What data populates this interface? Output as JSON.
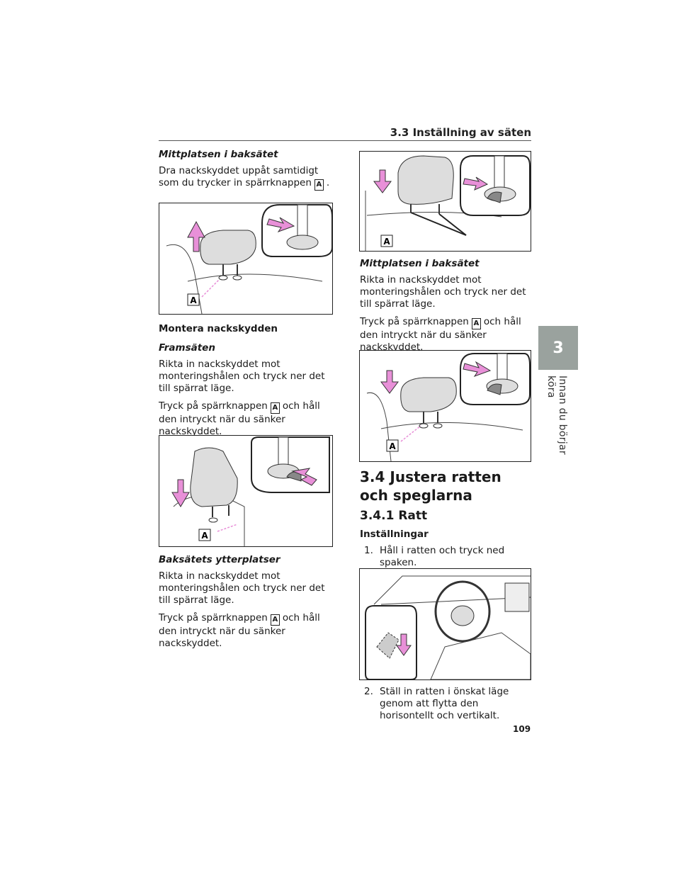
{
  "header": {
    "section": "3.3 Inställning av säten"
  },
  "side_tab": {
    "number": "3",
    "label": "Innan du börjar köra"
  },
  "left_column": {
    "p1_heading": "Mittplatsen i baksätet",
    "p1_text_a": "Dra nackskyddet uppåt samtidigt som du trycker in spärrknappen",
    "p1_text_b": ".",
    "key": "A",
    "fig1_label": "A",
    "install_heading": "Montera nackskydden",
    "front_heading": "Framsäten",
    "front_text1": "Rikta in nackskyddet mot monteringshålen och tryck ner det till spärrat läge.",
    "front_text2_a": "Tryck på spärrknappen",
    "front_text2_b": "och håll den intryckt när du sänker nackskyddet.",
    "fig2_label": "A",
    "outer_heading": "Baksätets ytterplatser",
    "outer_text1": "Rikta in nackskyddet mot monteringshålen och tryck ner det till spärrat läge.",
    "outer_text2_a": "Tryck på spärrknappen",
    "outer_text2_b": "och håll den intryckt när du sänker nackskyddet."
  },
  "right_column": {
    "fig3_label": "A",
    "center_heading": "Mittplatsen i baksätet",
    "center_text1": "Rikta in nackskyddet mot monteringshålen och tryck ner det till spärrat läge.",
    "center_text2_a": "Tryck på spärrknappen",
    "center_text2_b": "och håll den intryckt när du sänker nackskyddet.",
    "key": "A",
    "fig4_label": "A",
    "h2": "3.4 Justera ratten och speglarna",
    "h3": "3.4.1 Ratt",
    "settings_heading": "Inställningar",
    "step1_num": "1.",
    "step1": "Håll i ratten och tryck ned spaken.",
    "step2_num": "2.",
    "step2": "Ställ in ratten i önskat läge genom att flytta den horisontellt och vertikalt."
  },
  "page_number": "109",
  "colors": {
    "arrow_pink": "#e890d8",
    "tab_gray": "#9aa29e"
  }
}
